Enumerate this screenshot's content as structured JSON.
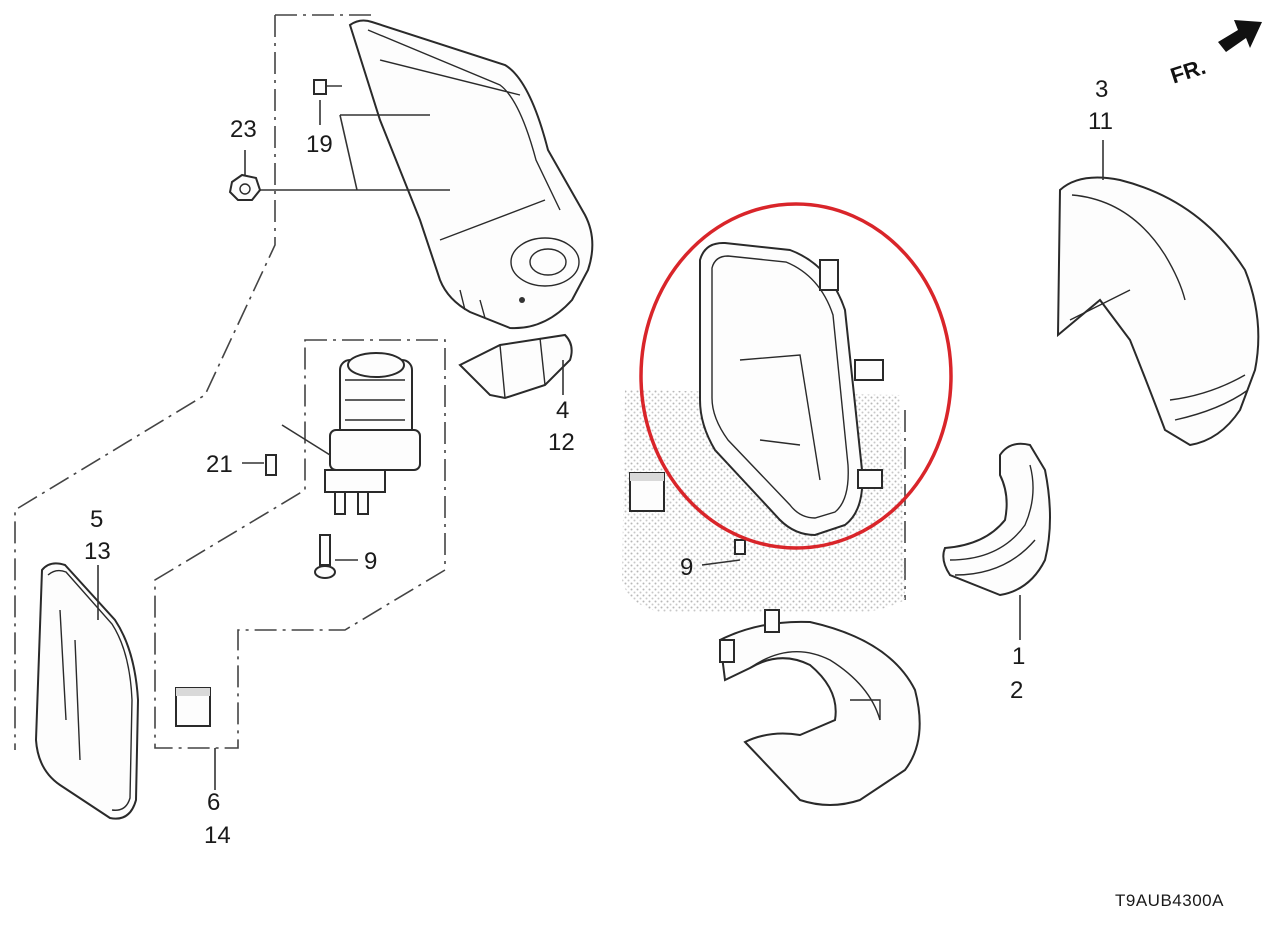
{
  "figure_code": "T9AUB4300A",
  "direction_label": "FR.",
  "callouts": [
    {
      "id": "23",
      "text": "23"
    },
    {
      "id": "19",
      "text": "19"
    },
    {
      "id": "4",
      "text": "4"
    },
    {
      "id": "12",
      "text": "12"
    },
    {
      "id": "21",
      "text": "21"
    },
    {
      "id": "9a",
      "text": "9"
    },
    {
      "id": "9b",
      "text": "9"
    },
    {
      "id": "5",
      "text": "5"
    },
    {
      "id": "13",
      "text": "13"
    },
    {
      "id": "6",
      "text": "6"
    },
    {
      "id": "14",
      "text": "14"
    },
    {
      "id": "3",
      "text": "3"
    },
    {
      "id": "11",
      "text": "11"
    },
    {
      "id": "1",
      "text": "1"
    },
    {
      "id": "2",
      "text": "2"
    }
  ],
  "highlight_color": "#d9252a",
  "line_color": "#333333"
}
